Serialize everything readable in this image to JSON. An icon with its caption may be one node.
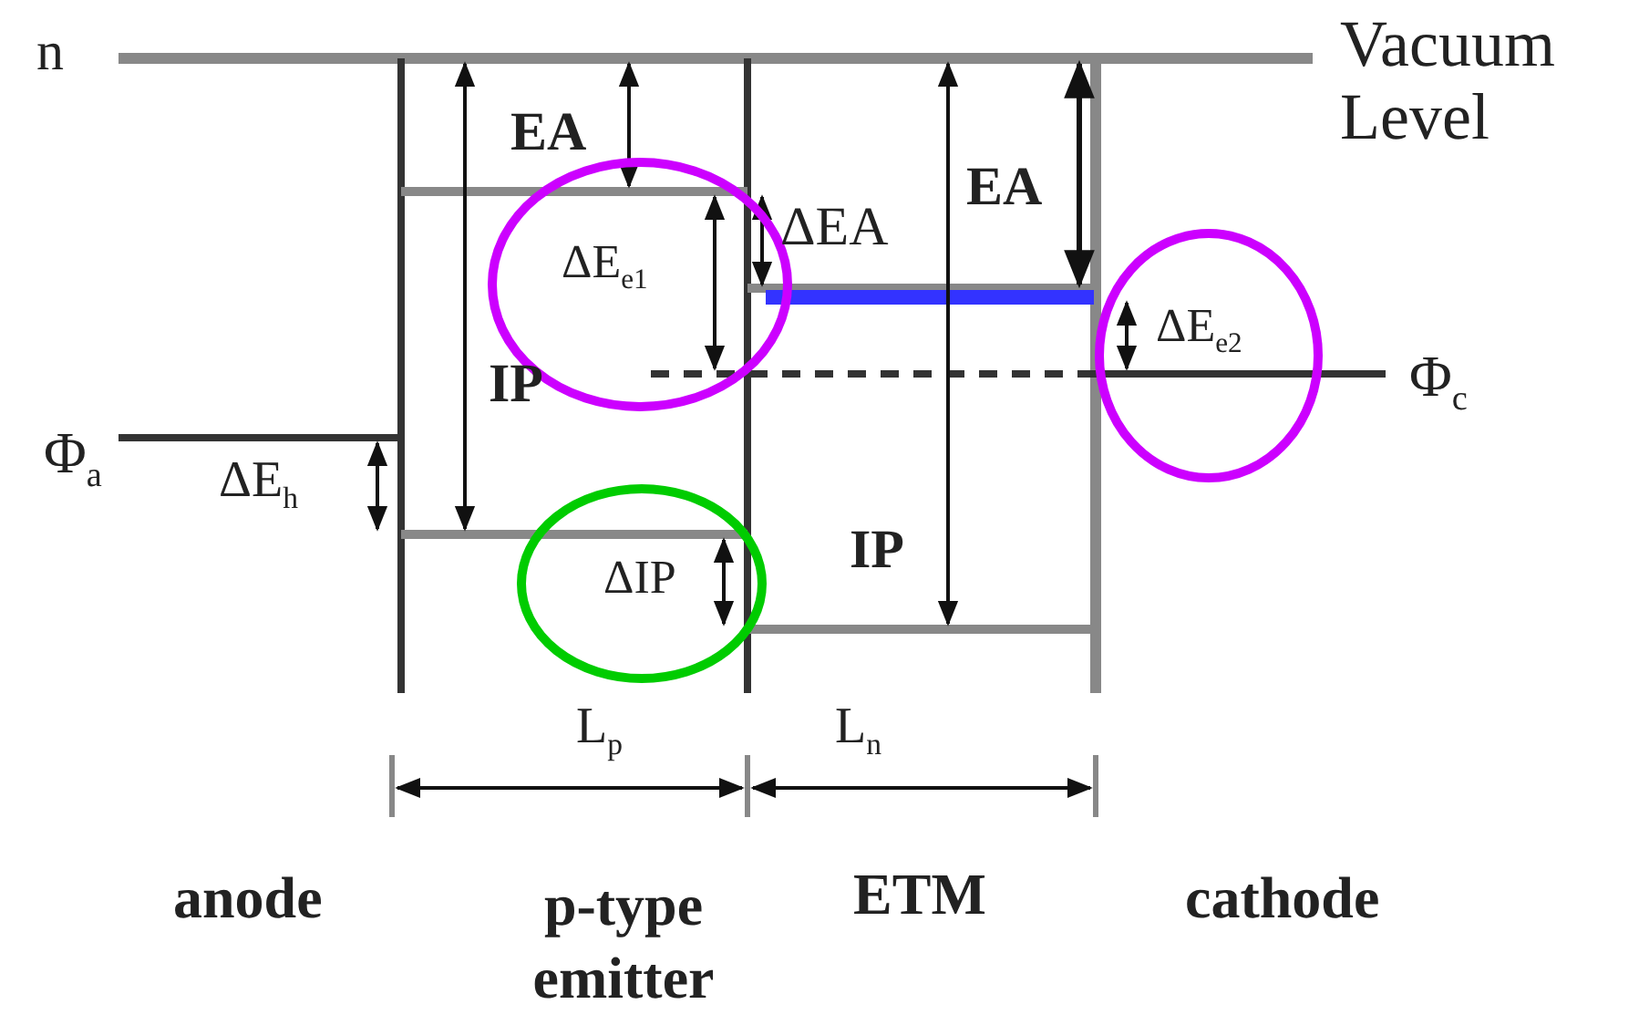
{
  "diagram": {
    "labels": [
      "n",
      "Vacuum Level",
      "EA",
      "ΔEA",
      "EA",
      "ΔE$_{e1}$",
      "ΔE$_{e2}$",
      "IP",
      "Φ$_{c}$",
      "Φ$_{a}$",
      "ΔE$_{h}$",
      "ΔIP",
      "IP",
      "L$_{p}$",
      "L$_{n}$",
      "anode",
      "p-type emitter",
      "ETM",
      "cathode"
    ]
  }
}
